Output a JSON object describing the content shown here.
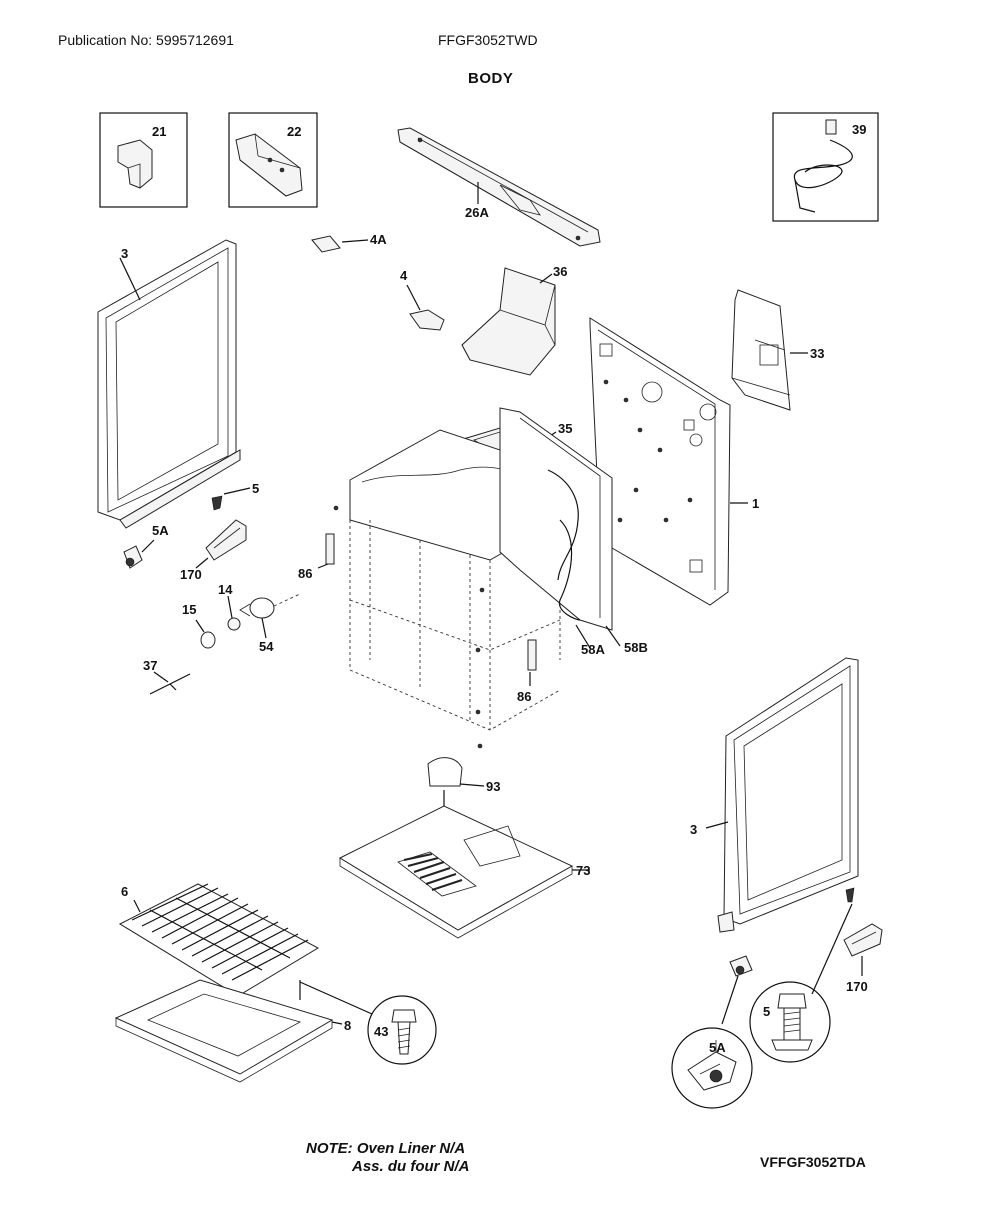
{
  "header": {
    "publication": "Publication No: 5995712691",
    "model": "FFGF3052TWD",
    "section_title": "BODY"
  },
  "footer": {
    "note_line1": "NOTE: Oven Liner N/A",
    "note_line2": "Ass. du four N/A",
    "diagram_code": "VFFGF3052TDA"
  },
  "labels": {
    "p21": "21",
    "p22": "22",
    "p26a": "26A",
    "p39": "39",
    "p4a": "4A",
    "p4": "4",
    "p36": "36",
    "p3_left": "3",
    "p33": "33",
    "p35": "35",
    "p5": "5",
    "p1": "1",
    "p5a": "5A",
    "p170": "170",
    "p86_top": "86",
    "p14": "14",
    "p15": "15",
    "p54": "54",
    "p37": "37",
    "p58a": "58A",
    "p58b": "58B",
    "p86_bottom": "86",
    "p93": "93",
    "p3_right": "3",
    "p73": "73",
    "p6": "6",
    "p8": "8",
    "p43": "43",
    "p5_detail": "5",
    "p5a_detail": "5A",
    "p170_right": "170"
  }
}
